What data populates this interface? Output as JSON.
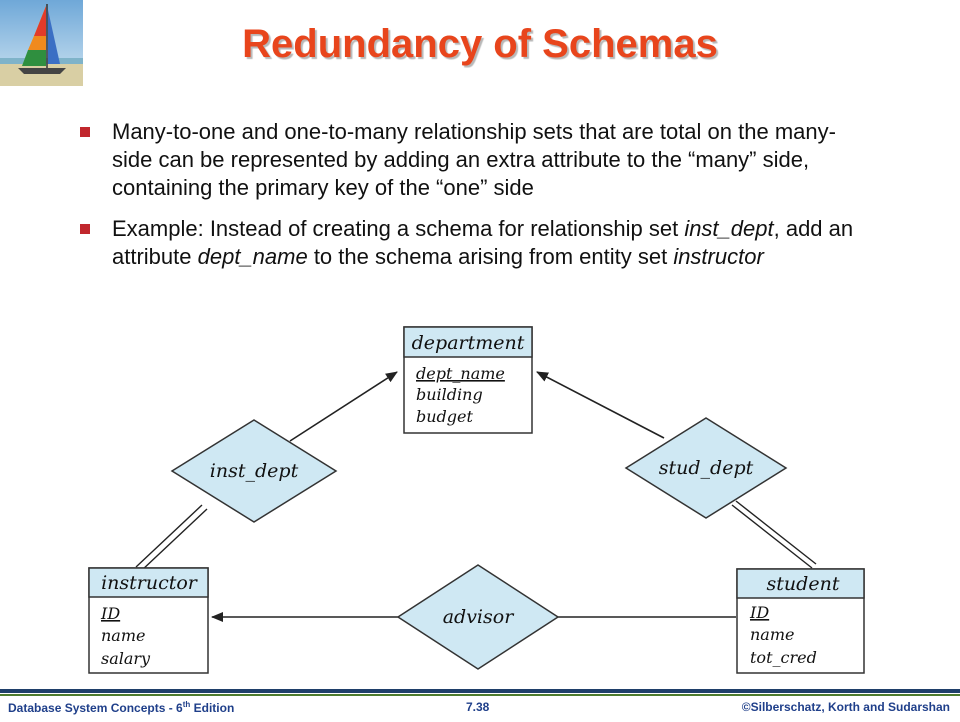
{
  "title": "Redundancy of Schemas",
  "bullets": [
    {
      "text": "Many-to-one and one-to-many relationship sets that are total on the many-side can be represented by adding an extra attribute to the “many” side, containing the primary key of the “one” side"
    },
    {
      "part1": "Example: Instead of creating a schema for relationship set ",
      "em1": "inst_dept",
      "part2": ", add an attribute ",
      "em2": "dept_name",
      "part3": " to the schema arising from entity set ",
      "em3": "instructor"
    }
  ],
  "diagram": {
    "entities": {
      "department": {
        "name": "department",
        "attrs": [
          "dept_name",
          "building",
          "budget"
        ]
      },
      "instructor": {
        "name": "instructor",
        "attrs": [
          "ID",
          "name",
          "salary"
        ]
      },
      "student": {
        "name": "student",
        "attrs": [
          "ID",
          "name",
          "tot_cred"
        ]
      }
    },
    "relationships": {
      "inst_dept": "inst_dept",
      "stud_dept": "stud_dept",
      "advisor": "advisor"
    },
    "header_color": "#cfe8f3"
  },
  "footer": {
    "left_a": "Database  System Concepts  - 6",
    "left_sup": "th",
    "left_b": " Edition",
    "middle": "7.38",
    "right": "©Silberschatz, Korth and Sudarshan"
  },
  "colors": {
    "title": "#e8451c",
    "bullet": "#c1272d",
    "footer_text": "#1f3f8a"
  }
}
